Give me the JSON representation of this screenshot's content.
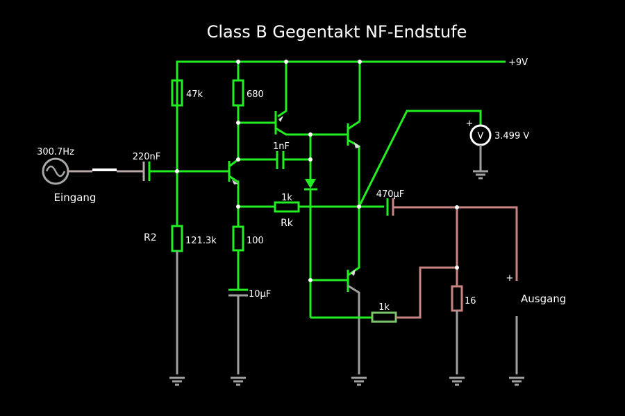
{
  "title": "Class B Gegentakt NF-Endstufe",
  "supply_label": "+9V",
  "colors": {
    "wire_active": "#22ee22",
    "wire_output": "#c98484",
    "wire_ground": "#a0a0a0",
    "background": "#000000",
    "text": "#ffffff"
  },
  "source": {
    "frequency": "300.7Hz",
    "label": "Eingang",
    "icon": "ac-source-icon"
  },
  "components": {
    "c_in": "220nF",
    "r_top_bias": "47k",
    "r_collector": "680",
    "r2_name": "R2",
    "r2_value": "121.3k",
    "c_feedback": "1nF",
    "rk_value": "1k",
    "rk_name": "Rk",
    "r_emitter": "100",
    "c_emitter": "10µF",
    "c_out": "470µF",
    "r_bottom": "1k",
    "r_load": "16"
  },
  "voltmeter": {
    "symbol": "V",
    "plus": "+",
    "reading": "3.499 V"
  },
  "output": {
    "label": "Ausgang",
    "plus": "+"
  }
}
